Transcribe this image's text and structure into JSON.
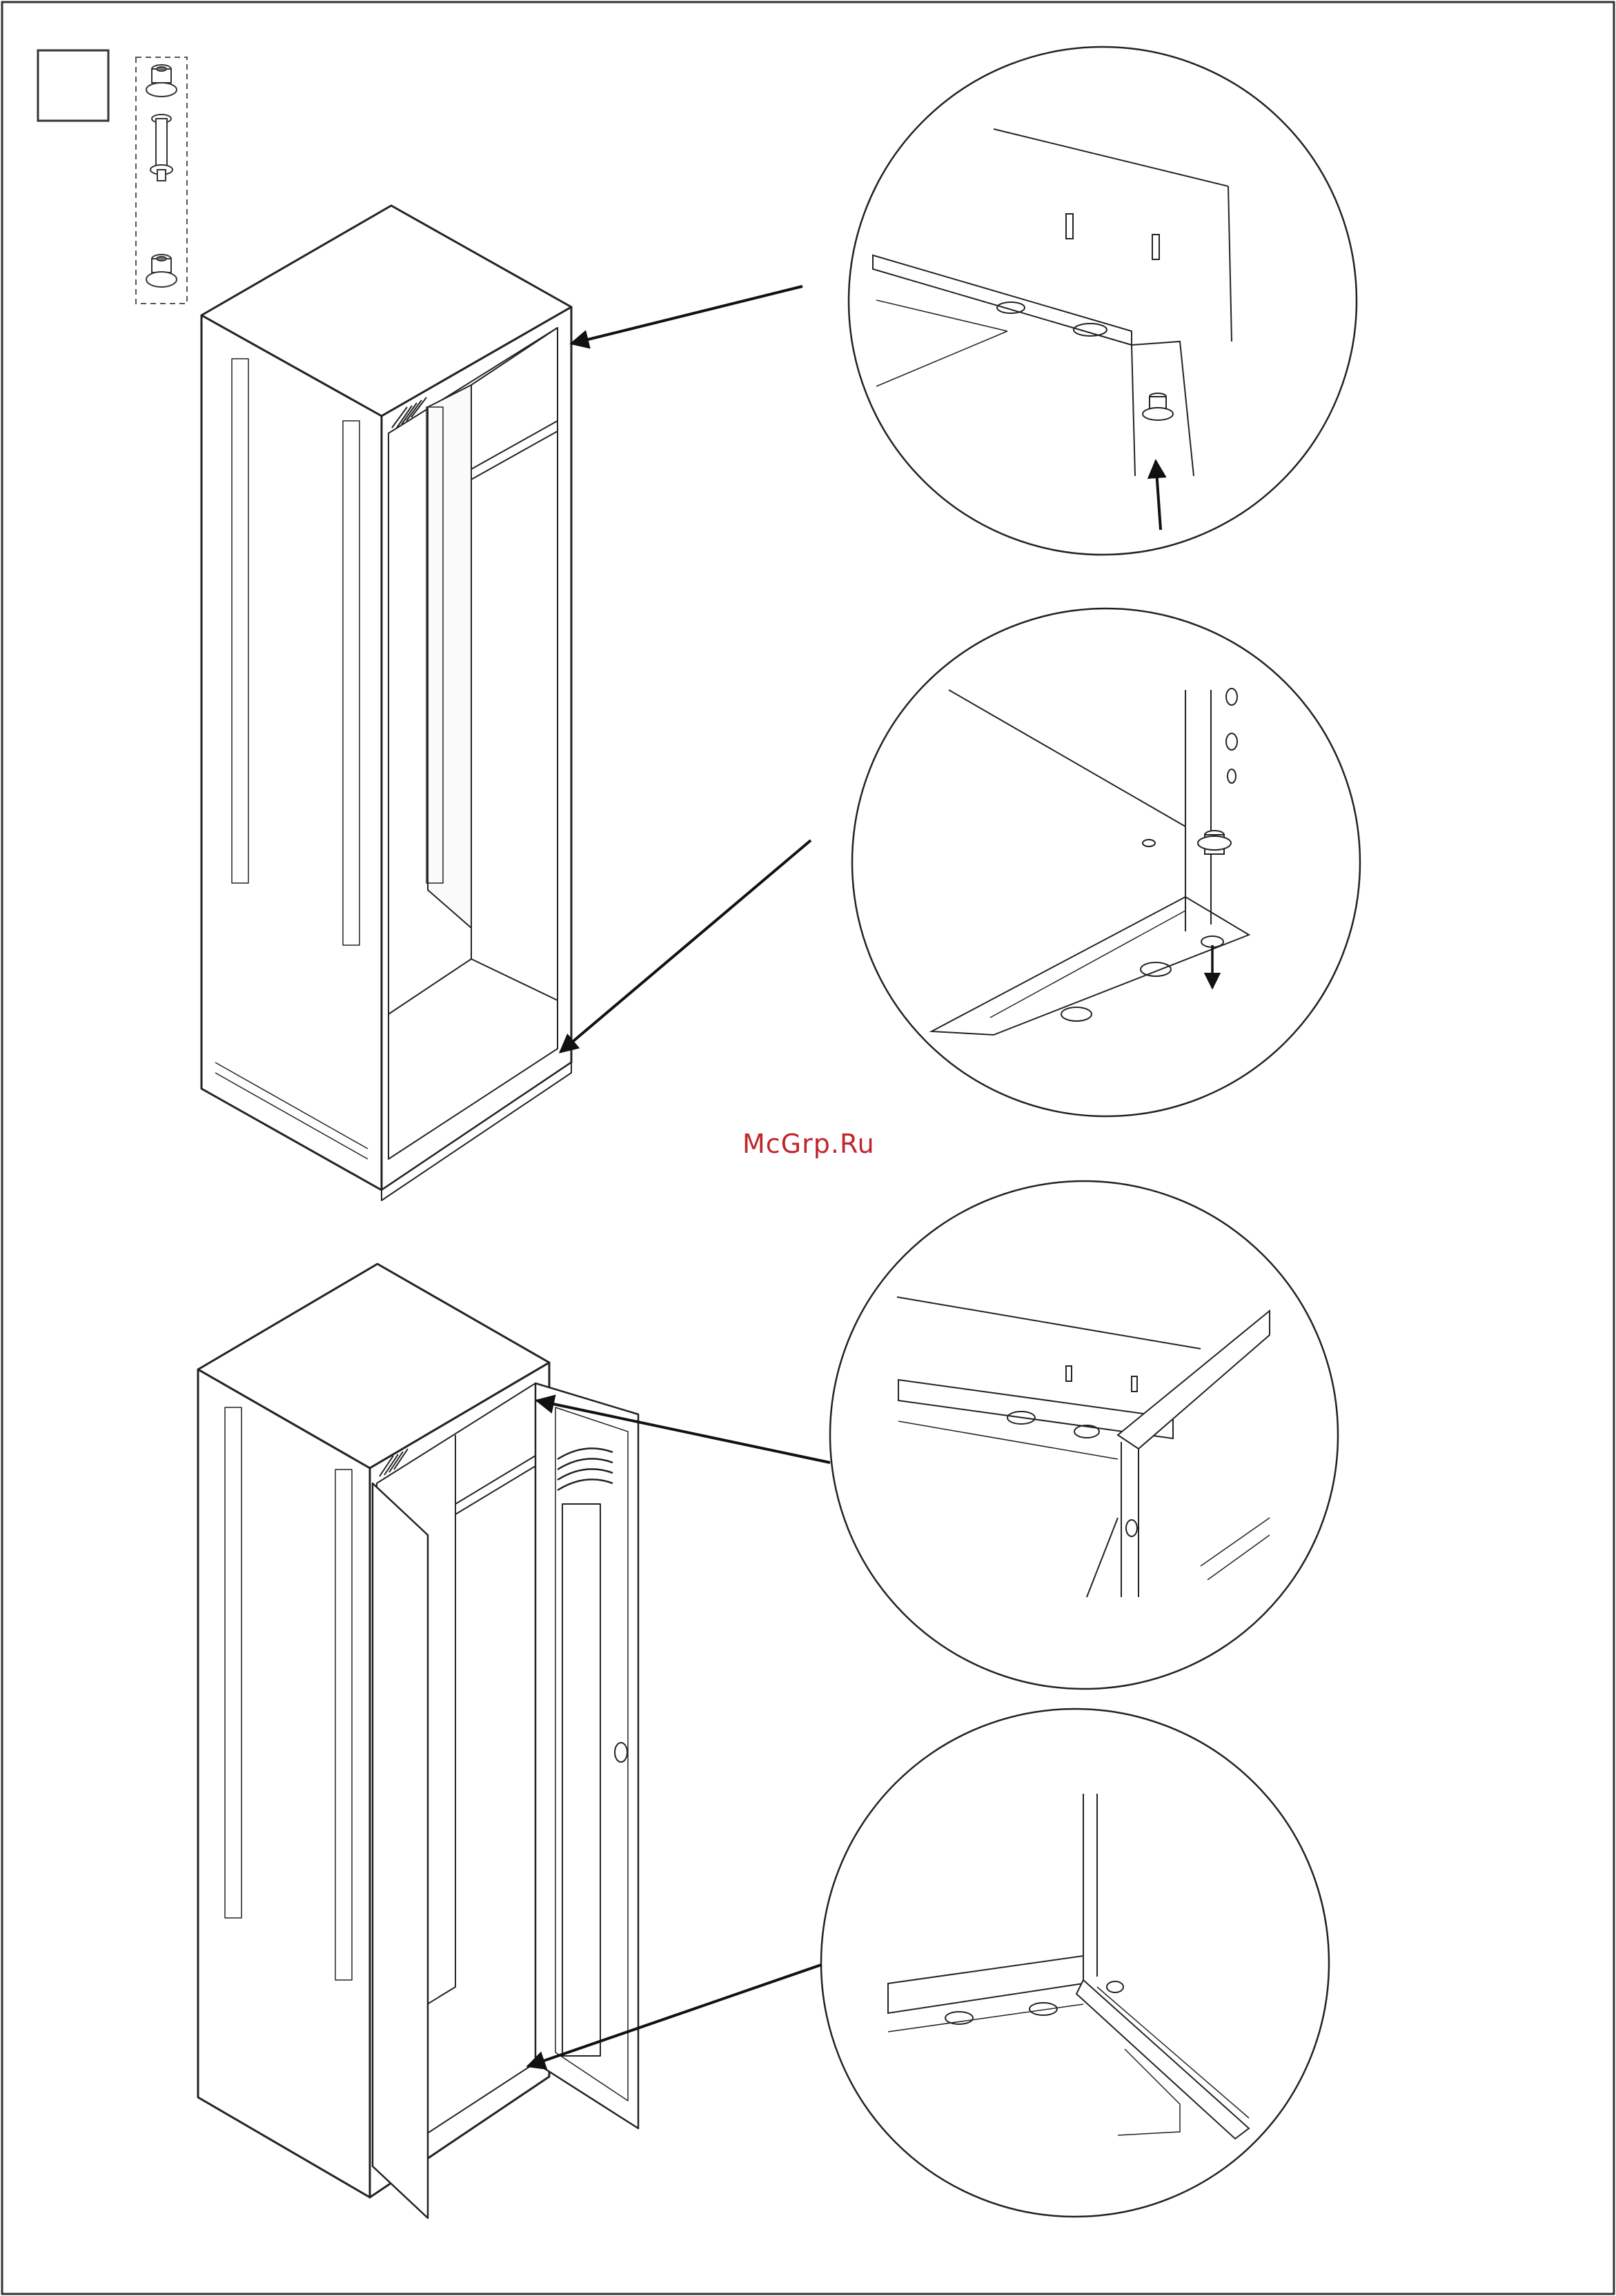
{
  "watermark": {
    "text": "McGrp.Ru",
    "color": "#c0262d"
  },
  "step_box": {
    "label": ""
  },
  "parts": {
    "items": [
      "hinge-bushing-top",
      "hinge-pin",
      "hinge-bushing-bottom"
    ]
  },
  "colors": {
    "line": "#222222",
    "light": "#888888",
    "frame": "#333333"
  },
  "icons": [
    "hinge-pin-icon",
    "arrow-icon"
  ]
}
